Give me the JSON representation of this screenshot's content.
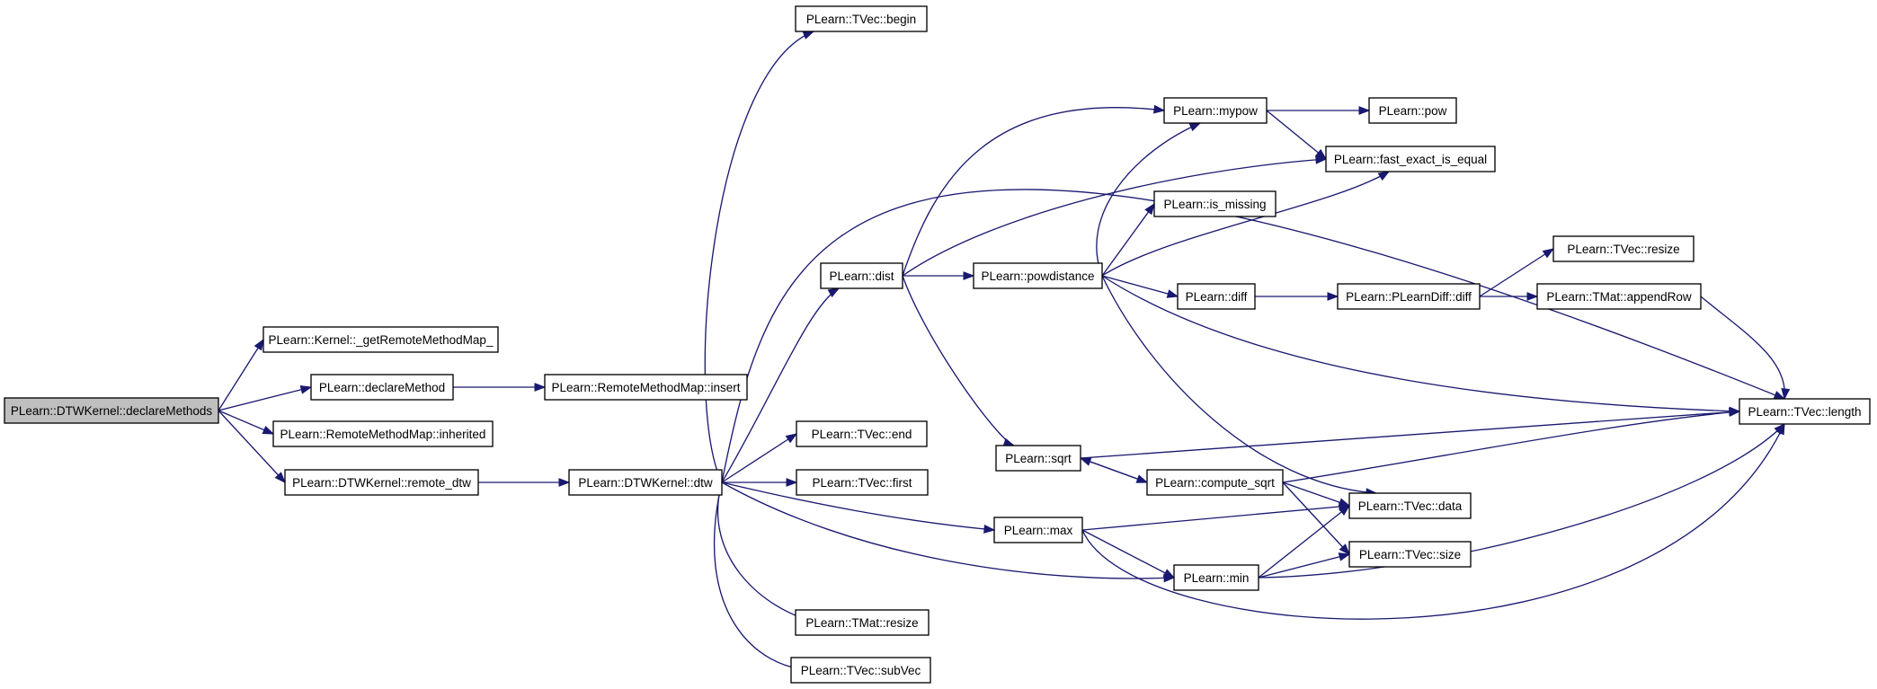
{
  "diagram": {
    "title": "",
    "colors": {
      "edge": "#191970",
      "node_border": "#000000",
      "root_fill": "#bfbfbf",
      "node_fill": "#ffffff"
    },
    "nodes": [
      {
        "id": "declareMethods",
        "label": "PLearn::DTWKernel::declareMethods",
        "root": true
      },
      {
        "id": "getRemoteMethodMap",
        "label": "PLearn::Kernel::_getRemoteMethodMap_"
      },
      {
        "id": "declareMethod",
        "label": "PLearn::declareMethod"
      },
      {
        "id": "rmm_insert",
        "label": "PLearn::RemoteMethodMap::insert"
      },
      {
        "id": "rmm_inherited",
        "label": "PLearn::RemoteMethodMap::inherited"
      },
      {
        "id": "remote_dtw",
        "label": "PLearn::DTWKernel::remote_dtw"
      },
      {
        "id": "dtw",
        "label": "PLearn::DTWKernel::dtw"
      },
      {
        "id": "tvec_begin",
        "label": "PLearn::TVec::begin"
      },
      {
        "id": "dist",
        "label": "PLearn::dist"
      },
      {
        "id": "tvec_end",
        "label": "PLearn::TVec::end"
      },
      {
        "id": "tvec_first",
        "label": "PLearn::TVec::first"
      },
      {
        "id": "tmat_resize",
        "label": "PLearn::TMat::resize"
      },
      {
        "id": "tvec_subvec",
        "label": "PLearn::TVec::subVec"
      },
      {
        "id": "mypow",
        "label": "PLearn::mypow"
      },
      {
        "id": "pow",
        "label": "PLearn::pow"
      },
      {
        "id": "fast_exact",
        "label": "PLearn::fast_exact_is_equal"
      },
      {
        "id": "is_missing",
        "label": "PLearn::is_missing"
      },
      {
        "id": "powdistance",
        "label": "PLearn::powdistance"
      },
      {
        "id": "diff",
        "label": "PLearn::diff"
      },
      {
        "id": "pldiff",
        "label": "PLearn::PLearnDiff::diff"
      },
      {
        "id": "tvec_resize",
        "label": "PLearn::TVec::resize"
      },
      {
        "id": "appendRow",
        "label": "PLearn::TMat::appendRow"
      },
      {
        "id": "tvec_length",
        "label": "PLearn::TVec::length"
      },
      {
        "id": "sqrt",
        "label": "PLearn::sqrt"
      },
      {
        "id": "compute_sqrt",
        "label": "PLearn::compute_sqrt"
      },
      {
        "id": "max",
        "label": "PLearn::max"
      },
      {
        "id": "tvec_data",
        "label": "PLearn::TVec::data"
      },
      {
        "id": "tvec_size",
        "label": "PLearn::TVec::size"
      },
      {
        "id": "min",
        "label": "PLearn::min"
      }
    ],
    "edges": [
      [
        "declareMethods",
        "getRemoteMethodMap"
      ],
      [
        "declareMethods",
        "declareMethod"
      ],
      [
        "declareMethods",
        "rmm_inherited"
      ],
      [
        "declareMethods",
        "remote_dtw"
      ],
      [
        "declareMethod",
        "rmm_insert"
      ],
      [
        "remote_dtw",
        "dtw"
      ],
      [
        "dtw",
        "tvec_begin"
      ],
      [
        "dtw",
        "tvec_length"
      ],
      [
        "dtw",
        "dist"
      ],
      [
        "dtw",
        "tvec_end"
      ],
      [
        "dtw",
        "tvec_first"
      ],
      [
        "dtw",
        "max"
      ],
      [
        "dtw",
        "min"
      ],
      [
        "dtw",
        "tmat_resize"
      ],
      [
        "dtw",
        "tvec_subvec"
      ],
      [
        "dist",
        "mypow"
      ],
      [
        "dist",
        "fast_exact"
      ],
      [
        "dist",
        "powdistance"
      ],
      [
        "dist",
        "sqrt"
      ],
      [
        "mypow",
        "pow"
      ],
      [
        "mypow",
        "fast_exact"
      ],
      [
        "powdistance",
        "mypow"
      ],
      [
        "powdistance",
        "is_missing"
      ],
      [
        "powdistance",
        "fast_exact"
      ],
      [
        "powdistance",
        "diff"
      ],
      [
        "powdistance",
        "tvec_length"
      ],
      [
        "powdistance",
        "tvec_data"
      ],
      [
        "diff",
        "pldiff"
      ],
      [
        "pldiff",
        "tvec_resize"
      ],
      [
        "pldiff",
        "appendRow"
      ],
      [
        "appendRow",
        "tvec_length"
      ],
      [
        "sqrt",
        "compute_sqrt"
      ],
      [
        "sqrt",
        "tvec_length"
      ],
      [
        "compute_sqrt",
        "sqrt"
      ],
      [
        "compute_sqrt",
        "tvec_length"
      ],
      [
        "compute_sqrt",
        "tvec_data"
      ],
      [
        "compute_sqrt",
        "tvec_size"
      ],
      [
        "max",
        "tvec_data"
      ],
      [
        "max",
        "min"
      ],
      [
        "max",
        "tvec_length"
      ],
      [
        "min",
        "tvec_data"
      ],
      [
        "min",
        "tvec_size"
      ],
      [
        "min",
        "tvec_length"
      ]
    ]
  }
}
